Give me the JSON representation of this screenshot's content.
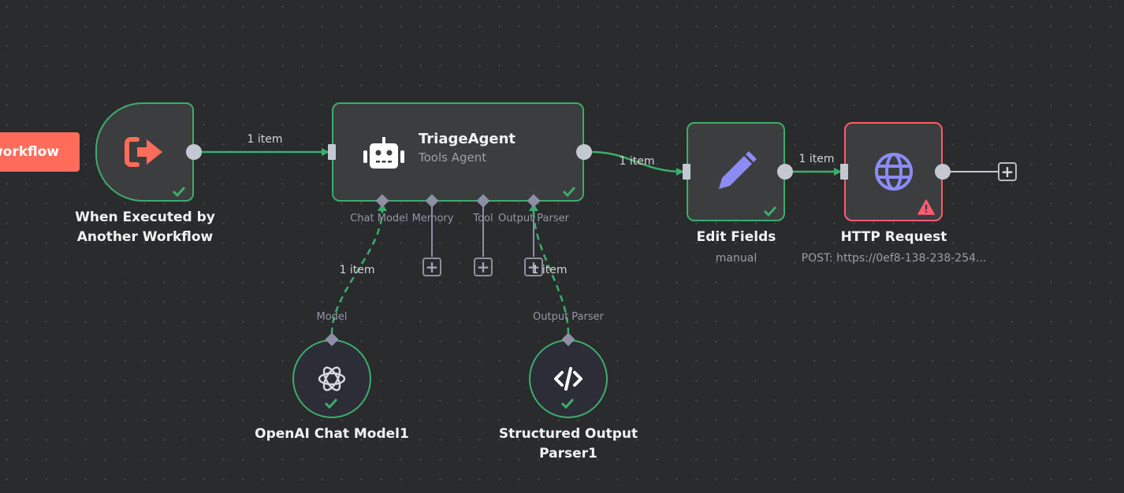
{
  "canvas": {
    "background": "#2a2b2c",
    "success_color": "#3dad6c",
    "error_color": "#ff5c70"
  },
  "sticky_tab": {
    "label": "workflow",
    "color": "#ff6d5a"
  },
  "nodes": {
    "trigger": {
      "title": "When Executed by Another Workflow",
      "icon": "sign-in-arrow-icon",
      "icon_color": "#ff6d5a",
      "status": "success"
    },
    "agent": {
      "title": "TriageAgent",
      "subtitle": "Tools Agent",
      "icon": "robot-icon",
      "status": "success",
      "ports": [
        "Chat Model",
        "Memory",
        "Tool",
        "Output Parser"
      ]
    },
    "edit_fields": {
      "title": "Edit Fields",
      "subtitle": "manual",
      "icon": "pencil-icon",
      "icon_color": "#8b8cf5",
      "status": "success"
    },
    "http_request": {
      "title": "HTTP Request",
      "subtitle": "POST: https://0ef8-138-238-254...",
      "icon": "globe-icon",
      "icon_color": "#8b8cf5",
      "status": "warning"
    },
    "openai": {
      "title": "OpenAI Chat Model1",
      "port_label": "Model",
      "icon": "openai-icon",
      "status": "success"
    },
    "parser": {
      "title": "Structured Output Parser1",
      "port_label": "Output Parser",
      "icon": "code-icon",
      "status": "success"
    }
  },
  "edges": {
    "trigger_to_agent": "1 item",
    "agent_to_edit": "1 item",
    "edit_to_http": "1 item",
    "model_to_agent": "1 item",
    "parser_to_agent": "1 item"
  },
  "icons": {
    "plus": "+"
  }
}
